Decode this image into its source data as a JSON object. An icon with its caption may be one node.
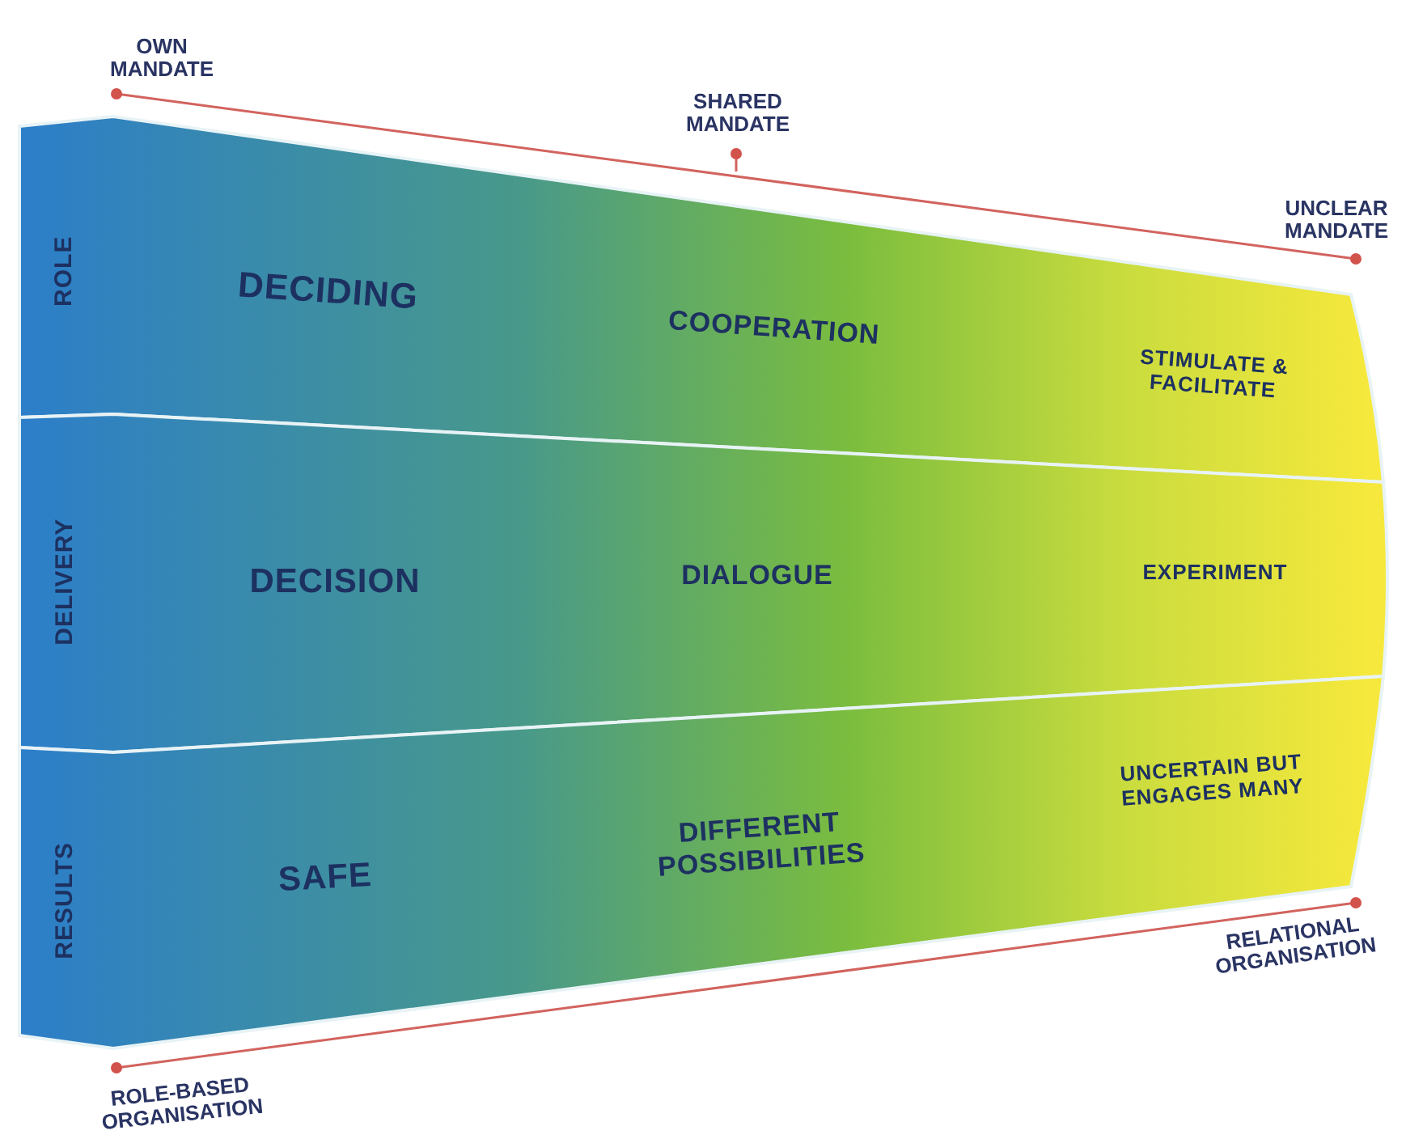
{
  "diagram": {
    "nodes": [
      {
        "text": [
          "ROLE",
          "DECIDING",
          "COOPERATION",
          "STIMULATE & FACILITATE"
        ]
      },
      {
        "text": [
          "DELIVERY",
          "DECISION",
          "DIALOGUE",
          "EXPERIMENT"
        ]
      },
      {
        "text": [
          "RESULTS",
          "SAFE",
          "DIFFERENT POSSIBILITIES",
          "UNCERTAIN BUT ENGAGES MANY"
        ]
      }
    ],
    "labels": [
      "OWN MANDATE",
      "SHARED MANDATE",
      "UNCLEAR MANDATE",
      "RELATIONAL ORGANISATION",
      "ROLE-BASED ORGANISATION"
    ]
  }
}
